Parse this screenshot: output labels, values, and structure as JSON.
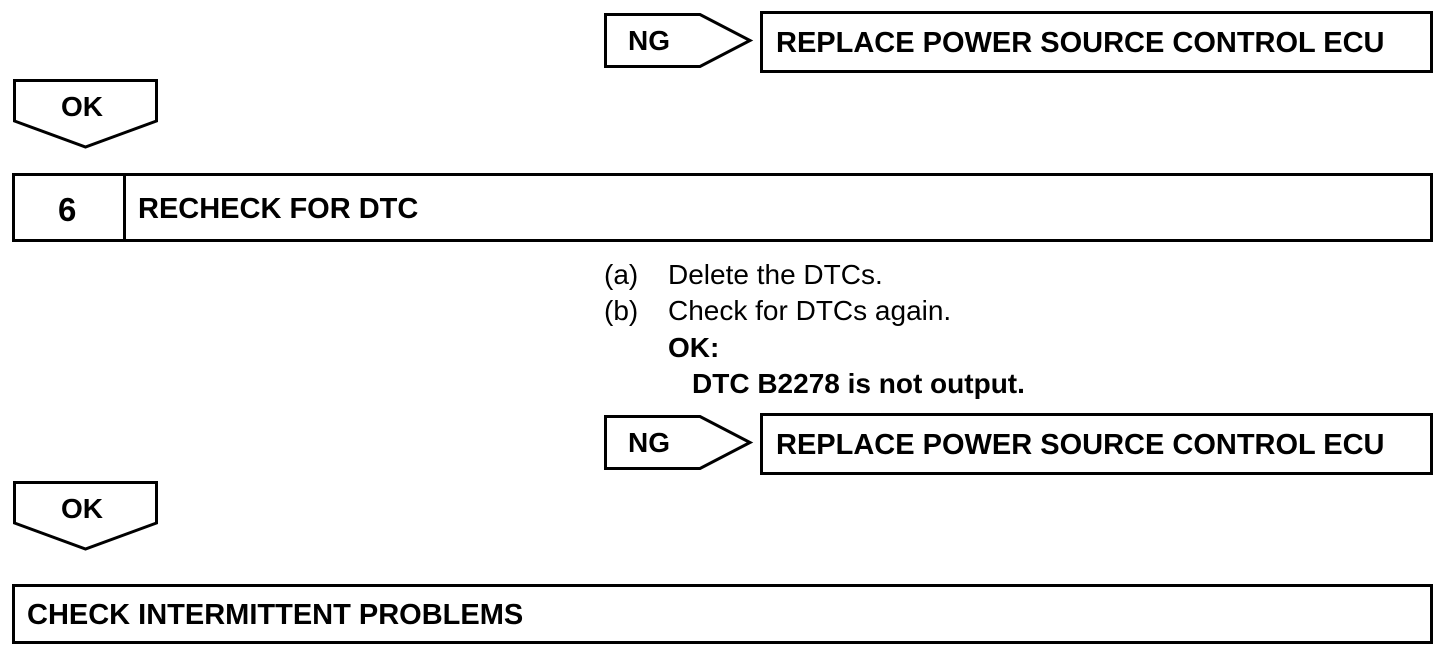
{
  "flow": {
    "ng1": {
      "arrow_label": "NG",
      "action": "REPLACE POWER SOURCE CONTROL ECU"
    },
    "ok1": {
      "label": "OK"
    },
    "step6": {
      "number": "6",
      "title": "RECHECK FOR DTC",
      "instructions": [
        {
          "marker": "(a)",
          "text": "Delete the DTCs."
        },
        {
          "marker": "(b)",
          "text": "Check for DTCs again."
        }
      ],
      "result_label": "OK:",
      "result_text": "DTC B2278 is not output."
    },
    "ng2": {
      "arrow_label": "NG",
      "action": "REPLACE POWER SOURCE CONTROL ECU"
    },
    "ok2": {
      "label": "OK"
    },
    "final": {
      "title": "CHECK INTERMITTENT PROBLEMS"
    }
  }
}
